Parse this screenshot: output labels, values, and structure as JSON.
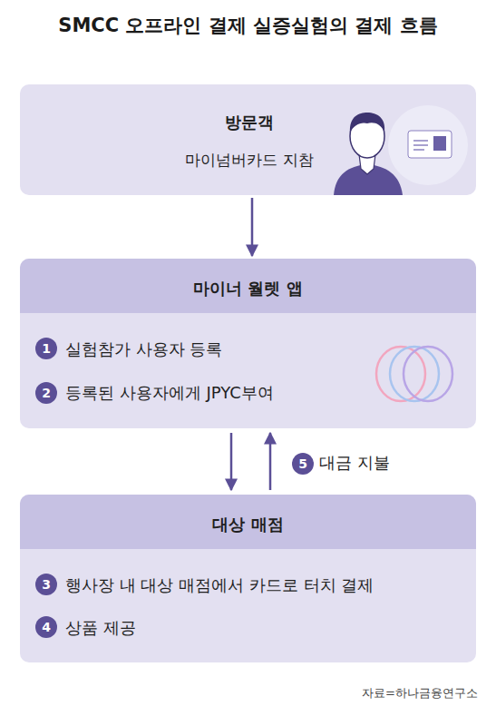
{
  "diagram": {
    "title": "SMCC 오프라인 결제 실증실험의 결제 흐름",
    "nodes": [
      {
        "text": [
          "방문객",
          "마이넘버카드 지참"
        ]
      },
      {
        "text": [
          "마이너 월렛 앱",
          "실험참가 사용자 등록",
          "등록된 사용자에게 JPYC부여"
        ]
      },
      {
        "text": [
          "대상 매점",
          "행사장 내 대상 매점에서 카드로 터치 결제",
          "상품 제공"
        ]
      }
    ],
    "edges": [
      {
        "from": 0,
        "to": 1,
        "arrow": "to"
      },
      {
        "from": 1,
        "to": 2,
        "arrow": "to"
      },
      {
        "from": 2,
        "to": 1,
        "label": "대금 지불",
        "arrow": "to"
      }
    ],
    "labels": [
      "1",
      "2",
      "3",
      "4",
      "5",
      "자료=하나금융연구소"
    ]
  }
}
